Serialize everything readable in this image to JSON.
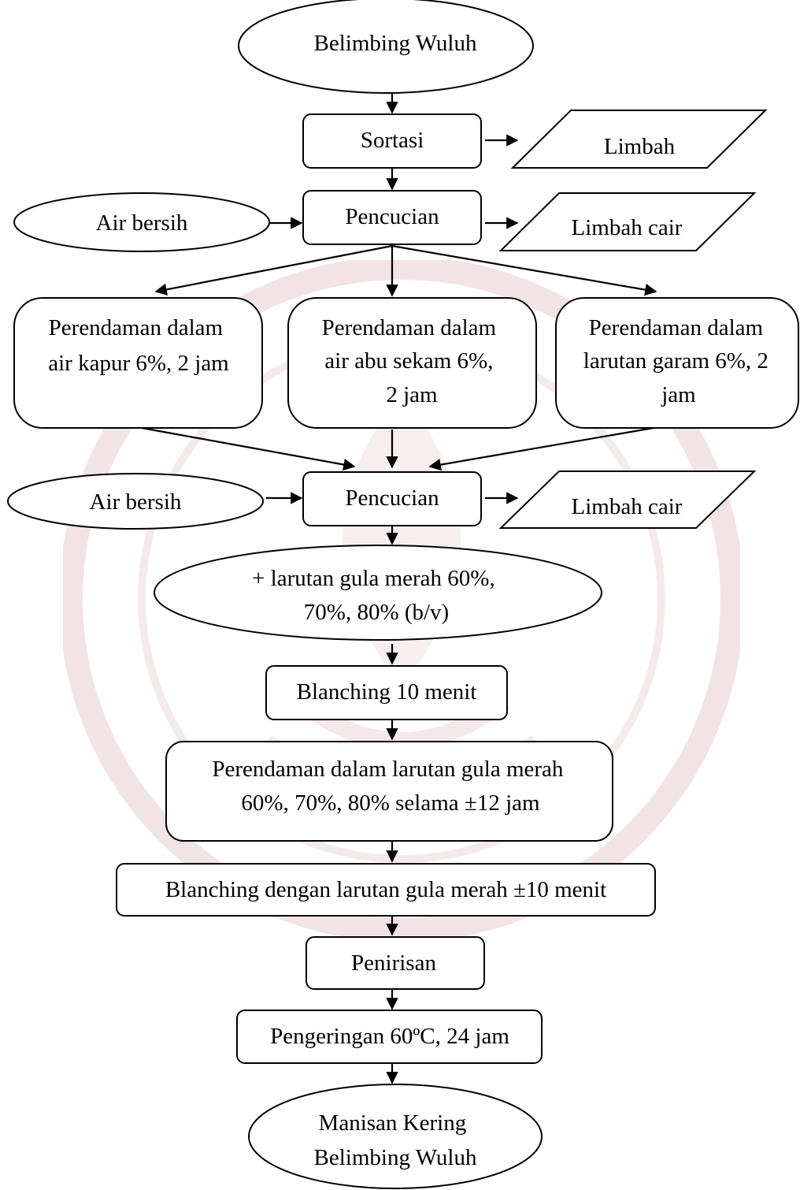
{
  "start": "Belimbing Wuluh",
  "sortasi": "Sortasi",
  "limbah": "Limbah",
  "washing1": {
    "input": "Air bersih",
    "process": "Pencucian",
    "output": "Limbah cair"
  },
  "soaking": [
    {
      "lines": [
        "Perendaman dalam",
        "air kapur 6%, 2 jam"
      ]
    },
    {
      "lines": [
        "Perendaman dalam",
        "air abu sekam 6%,",
        "2 jam"
      ]
    },
    {
      "lines": [
        "Perendaman dalam",
        "larutan garam 6%, 2",
        "jam"
      ]
    }
  ],
  "washing2": {
    "input": "Air bersih",
    "process": "Pencucian",
    "output": "Limbah cair"
  },
  "sugar_input": {
    "lines": [
      "+ larutan gula merah 60%,",
      "70%, 80% (b/v)"
    ]
  },
  "blanching1": "Blanching 10 menit",
  "soak_sugar": {
    "lines": [
      "Perendaman dalam larutan gula merah",
      "60%, 70%, 80% selama ±12 jam"
    ]
  },
  "blanching2": "Blanching dengan larutan gula merah ±10 menit",
  "draining": "Penirisan",
  "drying": "Pengeringan 60ºC, 24 jam",
  "end": {
    "lines": [
      "Manisan Kering",
      "Belimbing Wuluh"
    ]
  },
  "colors": {
    "stroke": "#000000",
    "background": "#ffffff",
    "watermark": "#f3e6e6"
  }
}
